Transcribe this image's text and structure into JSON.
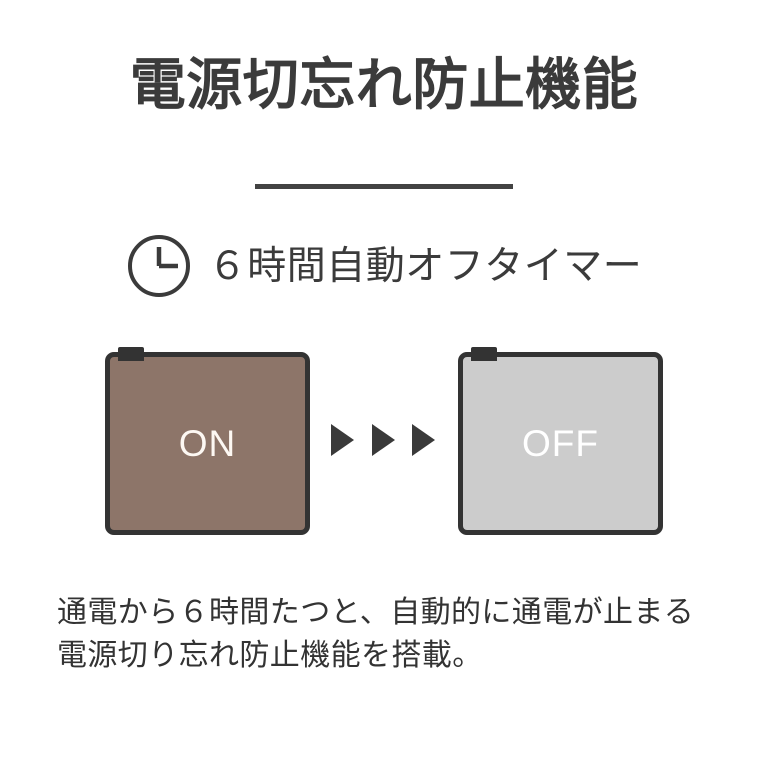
{
  "page": {
    "background_color": "#ffffff",
    "title": "電源切忘れ防止機能",
    "title_color": "#3b3b3b"
  },
  "divider": {
    "color": "#434343"
  },
  "subtitle": {
    "icon": "clock-icon",
    "text": "６時間自動オフタイマー",
    "color": "#3b3b3b"
  },
  "devices": {
    "on": {
      "label": "ON",
      "fill_color": "#8d7569",
      "border_color": "#333333",
      "label_color": "#fdf8f3",
      "tab": "power-tab"
    },
    "off": {
      "label": "OFF",
      "fill_color": "#cccccc",
      "border_color": "#333333",
      "label_color": "#ffffff",
      "tab": "power-tab"
    },
    "transition": {
      "icon": "triangle-right-icon",
      "count": 3,
      "color": "#3a3a3a"
    }
  },
  "body": {
    "line1": "通電から６時間たつと、自動的に通電が止まる",
    "line2": "電源切り忘れ防止機能を搭載。",
    "color": "#333333"
  }
}
